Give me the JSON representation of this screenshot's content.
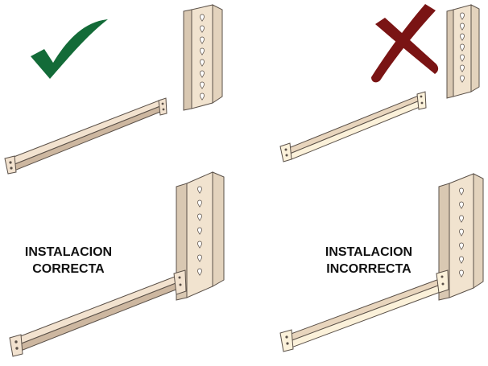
{
  "labels": {
    "correct": {
      "line1": "INSTALACION",
      "line2": "CORRECTA"
    },
    "incorrect": {
      "line1": "INSTALACION",
      "line2": "INCORRECTA"
    }
  },
  "colors": {
    "check_mark": "#136b38",
    "cross_mark": "#7a1414",
    "beam_correct": "#f2e2cf",
    "beam_incorrect": "#fbf1da",
    "upright": "#f1e3cf",
    "outline": "#5a5048"
  },
  "icons": {
    "correct": "check-mark-icon",
    "incorrect": "cross-mark-icon"
  }
}
